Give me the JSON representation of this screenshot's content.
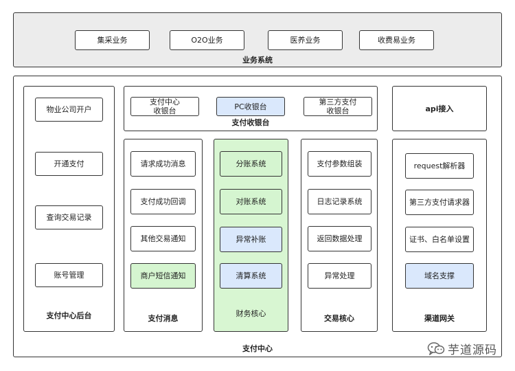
{
  "colors": {
    "border": "#333333",
    "outer_bg": "#ececec",
    "blue_fill": "#dae8fc",
    "green_fill": "#d5f5d0"
  },
  "business_system": {
    "title": "业务系统",
    "items": [
      "集采业务",
      "O2O业务",
      "医养业务",
      "收费易业务"
    ]
  },
  "payment_center": {
    "title": "支付中心",
    "admin": {
      "title": "支付中心后台",
      "items": [
        "物业公司开户",
        "开通支付",
        "查询交易记录",
        "账号管理"
      ]
    },
    "cashier": {
      "title": "支付收银台",
      "items": [
        "支付中心\n收银台",
        "PC收银台",
        "第三方支付\n收银台"
      ]
    },
    "api": {
      "title": "api接入"
    },
    "message": {
      "title": "支付消息",
      "items": [
        "请求成功消息",
        "支付成功回调",
        "其他交易通知",
        "商户短信通知"
      ]
    },
    "finance": {
      "title": "财务核心",
      "items": [
        "分账系统",
        "对账系统",
        "异常补账",
        "清算系统"
      ]
    },
    "trade": {
      "title": "交易核心",
      "items": [
        "支付参数组装",
        "日志记录系统",
        "返回数据处理",
        "异常处理"
      ]
    },
    "gateway": {
      "title": "渠道网关",
      "items": [
        "request解析器",
        "第三方支付请求器",
        "证书、白名单设置",
        "域名支撑"
      ]
    }
  },
  "watermark": {
    "icon": "wechat-icon",
    "text": "芋道源码"
  }
}
